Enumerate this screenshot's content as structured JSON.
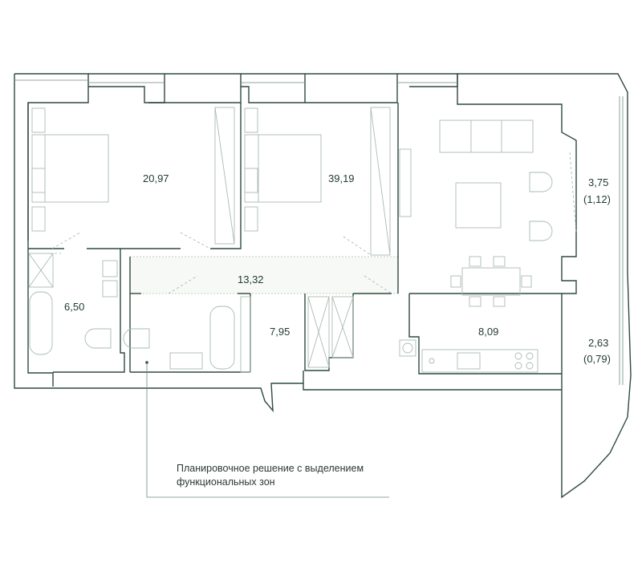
{
  "caption": {
    "line1": "Планировочное решение с выделением",
    "line2": "функциональных зон"
  },
  "rooms": {
    "bedroom_1": "20,97",
    "bedroom_2": "39,19",
    "balcony_1_area": "3,75",
    "balcony_1_reduced": "(1,12)",
    "bathroom_1": "6,50",
    "hall": "13,32",
    "bathroom_2": "7,95",
    "kitchen": "8,09",
    "balcony_2_area": "2,63",
    "balcony_2_reduced": "(0,79)"
  },
  "colors": {
    "wall": "#2f4a3e",
    "furniture": "#a9bcb1",
    "text": "#1f3a2e"
  }
}
